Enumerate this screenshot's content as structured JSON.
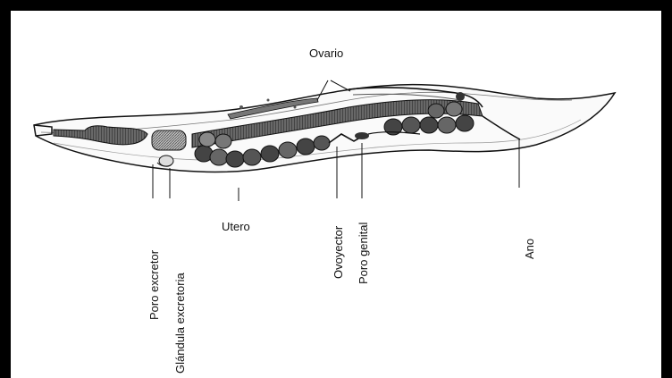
{
  "labels": {
    "ovario": "Ovario",
    "poro_excretor": "Poro excretor",
    "glandula_excretoria": "Glándula excretoria",
    "utero": "Utero",
    "ovoyector": "Ovoyector",
    "poro_genital": "Poro genital",
    "ano": "Ano"
  },
  "colors": {
    "frame": "#000000",
    "background": "#ffffff",
    "ink": "#111111"
  }
}
